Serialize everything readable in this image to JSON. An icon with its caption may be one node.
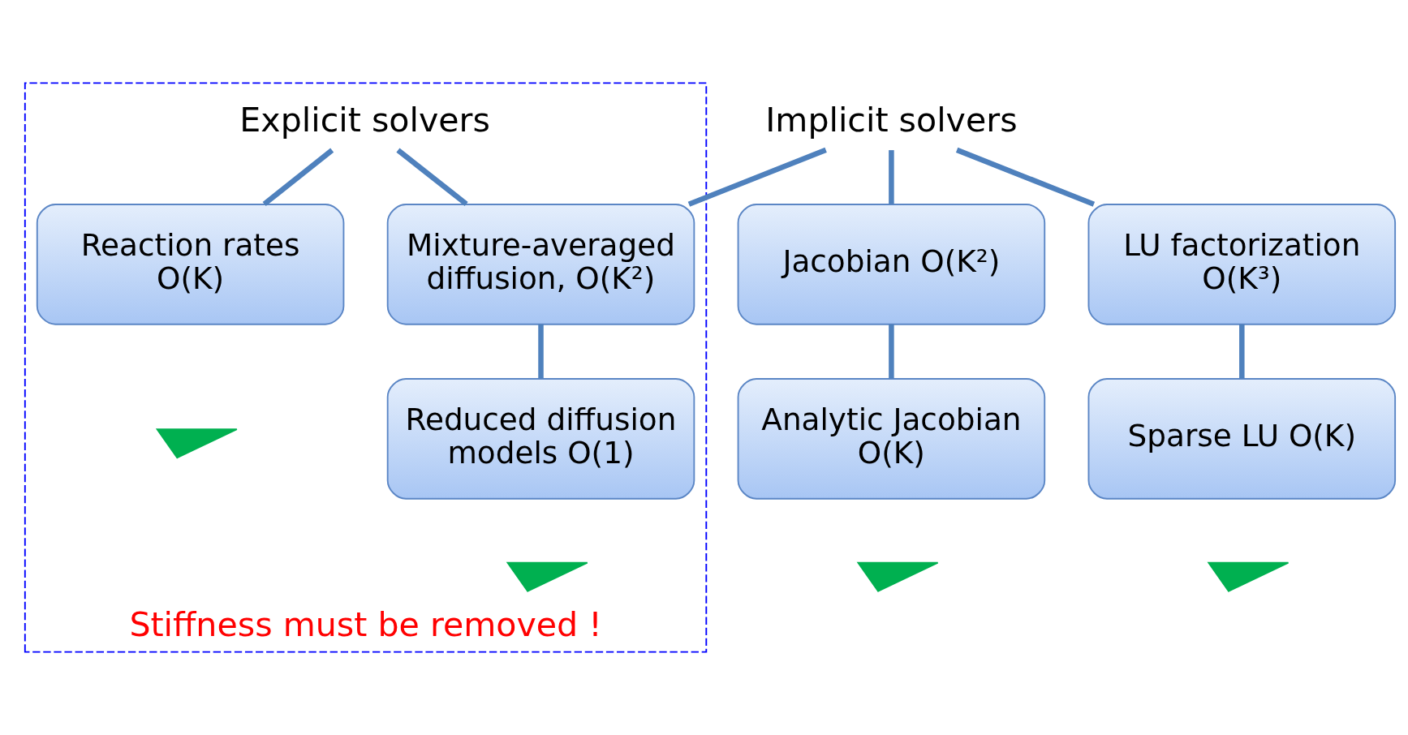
{
  "diagram": {
    "nodes": [
      {
        "text": [
          "Stiffness must be removed !"
        ]
      },
      {
        "text": [
          "Explicit solvers"
        ],
        "in": 0
      },
      {
        "text": [
          "Implicit solvers"
        ]
      },
      {
        "text": [
          "Reaction rates O(K)"
        ],
        "in": 0
      },
      {
        "text": [
          "Mixture-averaged diffusion, O(K²)"
        ],
        "in": 0
      },
      {
        "text": [
          "Reduced diffusion models O(1)"
        ],
        "in": 0
      },
      {
        "text": [
          "Jacobian O(K²)"
        ]
      },
      {
        "text": [
          "LU factorization O(K³)"
        ]
      },
      {
        "text": [
          "Analytic Jacobian O(K)"
        ]
      },
      {
        "text": [
          "Sparse LU O(K)"
        ]
      },
      {
        "text": [],
        "shape": "checkmark",
        "in": 0
      },
      {
        "text": [],
        "shape": "checkmark",
        "in": 0
      },
      {
        "text": [],
        "shape": "checkmark"
      },
      {
        "text": [],
        "shape": "checkmark"
      }
    ],
    "edges": [
      {
        "from": 1,
        "to": 3,
        "arrow": "none"
      },
      {
        "from": 1,
        "to": 4,
        "arrow": "none"
      },
      {
        "from": 2,
        "to": 4,
        "arrow": "none"
      },
      {
        "from": 2,
        "to": 6,
        "arrow": "none"
      },
      {
        "from": 2,
        "to": 7,
        "arrow": "none"
      },
      {
        "from": 4,
        "to": 5,
        "arrow": "none"
      },
      {
        "from": 6,
        "to": 8,
        "arrow": "none"
      },
      {
        "from": 7,
        "to": 9,
        "arrow": "none"
      }
    ]
  }
}
